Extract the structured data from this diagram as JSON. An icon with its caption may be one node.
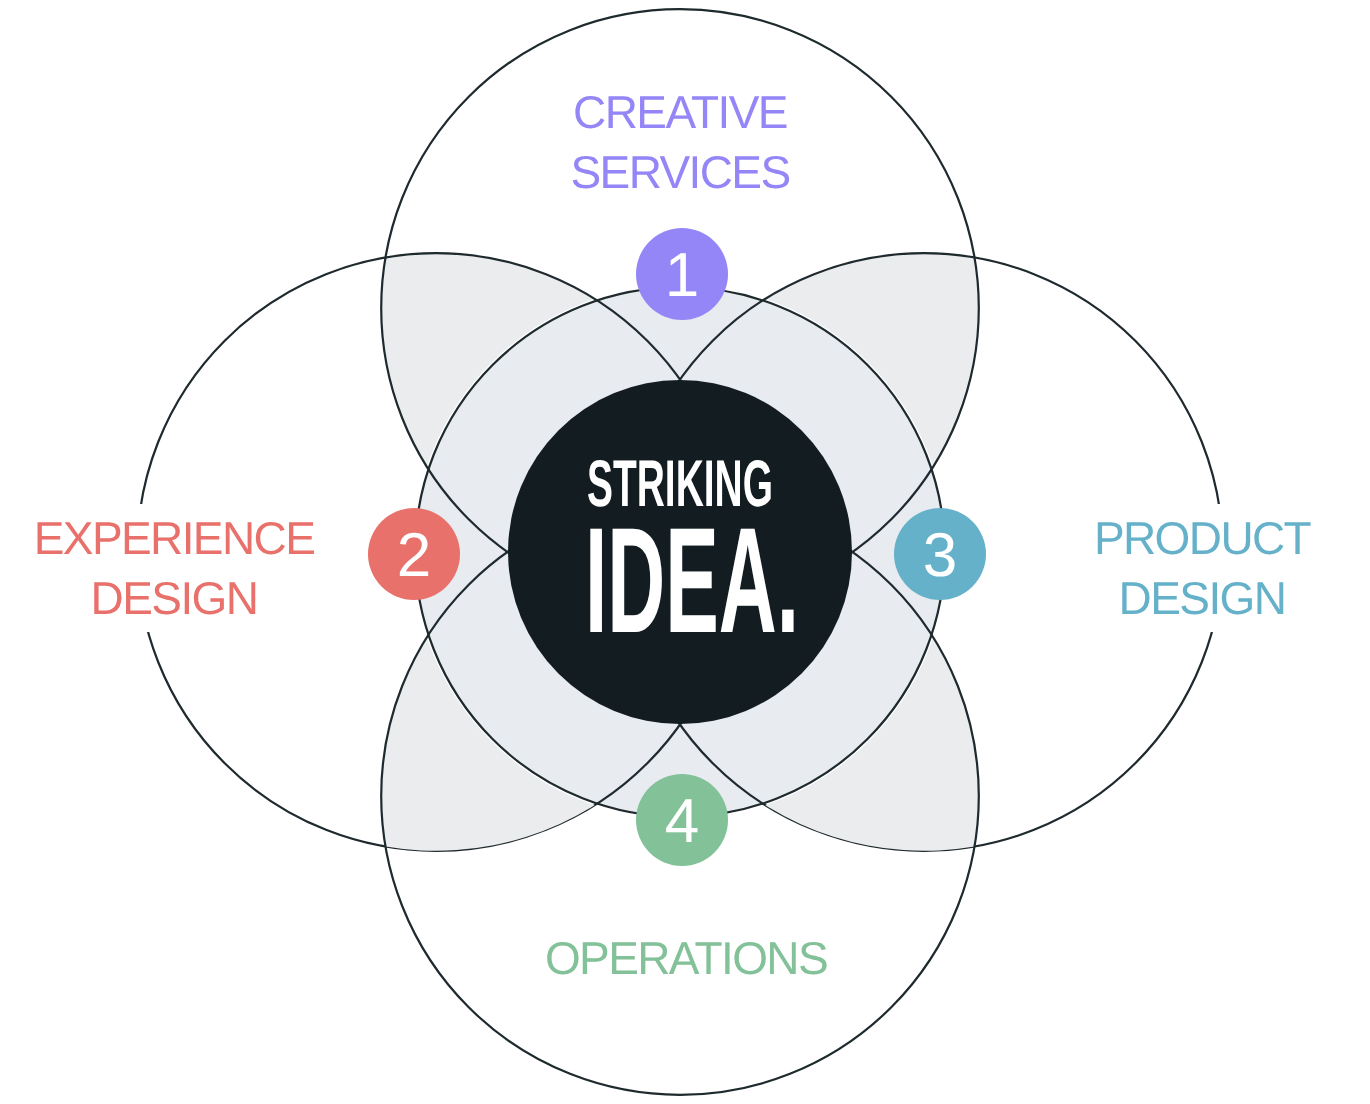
{
  "diagram": {
    "nodes": [
      {
        "text": [
          "CREATIVE SERVICES"
        ]
      },
      {
        "text": [
          "1"
        ],
        "in": 0
      },
      {
        "text": [
          "EXPERIENCE DESIGN"
        ]
      },
      {
        "text": [
          "2"
        ],
        "in": 2
      },
      {
        "text": [],
        "shape": "circle"
      },
      {
        "text": [
          "STRIKING",
          "IDEA."
        ],
        "in": 4
      },
      {
        "text": [
          "PRODUCT DESIGN"
        ]
      },
      {
        "text": [
          "3"
        ],
        "in": 6
      },
      {
        "text": [
          "OPERATIONS"
        ]
      },
      {
        "text": [
          "4"
        ],
        "in": 8
      }
    ]
  }
}
